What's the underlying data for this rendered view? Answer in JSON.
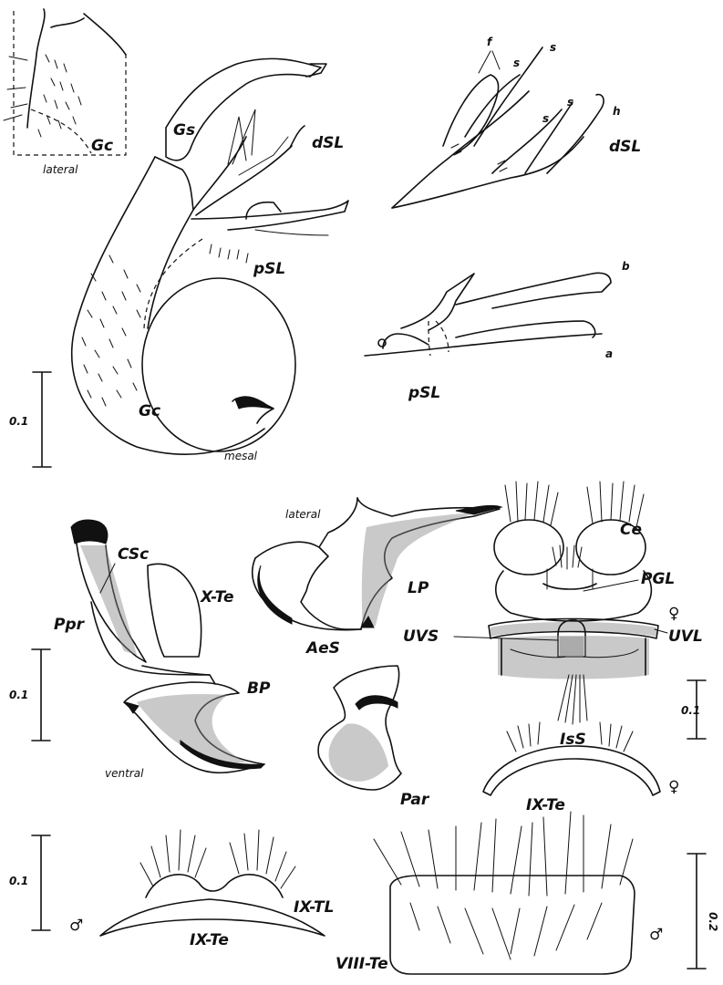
{
  "labels": {
    "lateral_top": "lateral",
    "gc_inset": "Gc",
    "gs": "Gs",
    "dsl_left": "dSL",
    "psl_left": "pSL",
    "gc_main": "Gc",
    "mesal": "mesal",
    "scale_top": "0.1",
    "f": "f",
    "s1": "s",
    "s2": "s",
    "s3": "s",
    "s4": "s",
    "h": "h",
    "dsl_right": "dSL",
    "b": "b",
    "a": "a",
    "psl_right": "pSL",
    "lateral_mid": "lateral",
    "csc": "CSc",
    "x_te": "X-Te",
    "ppr": "Ppr",
    "lp": "LP",
    "aes": "AeS",
    "bp": "BP",
    "scale_mid": "0.1",
    "ventral": "ventral",
    "par": "Par",
    "ce": "Ce",
    "pgl": "PGL",
    "female1": "♀",
    "uvs": "UVS",
    "uvl": "UVL",
    "iss": "IsS",
    "scale_right": "0.1",
    "ix_te_female": "IX-Te",
    "female2": "♀",
    "scale_bottom_left": "0.1",
    "male_left": "♂",
    "ix_tl": "IX-TL",
    "ix_te_male": "IX-Te",
    "viii_te": "VIII-Te",
    "male_right": "♂",
    "scale_bottom_right": "0.2"
  }
}
